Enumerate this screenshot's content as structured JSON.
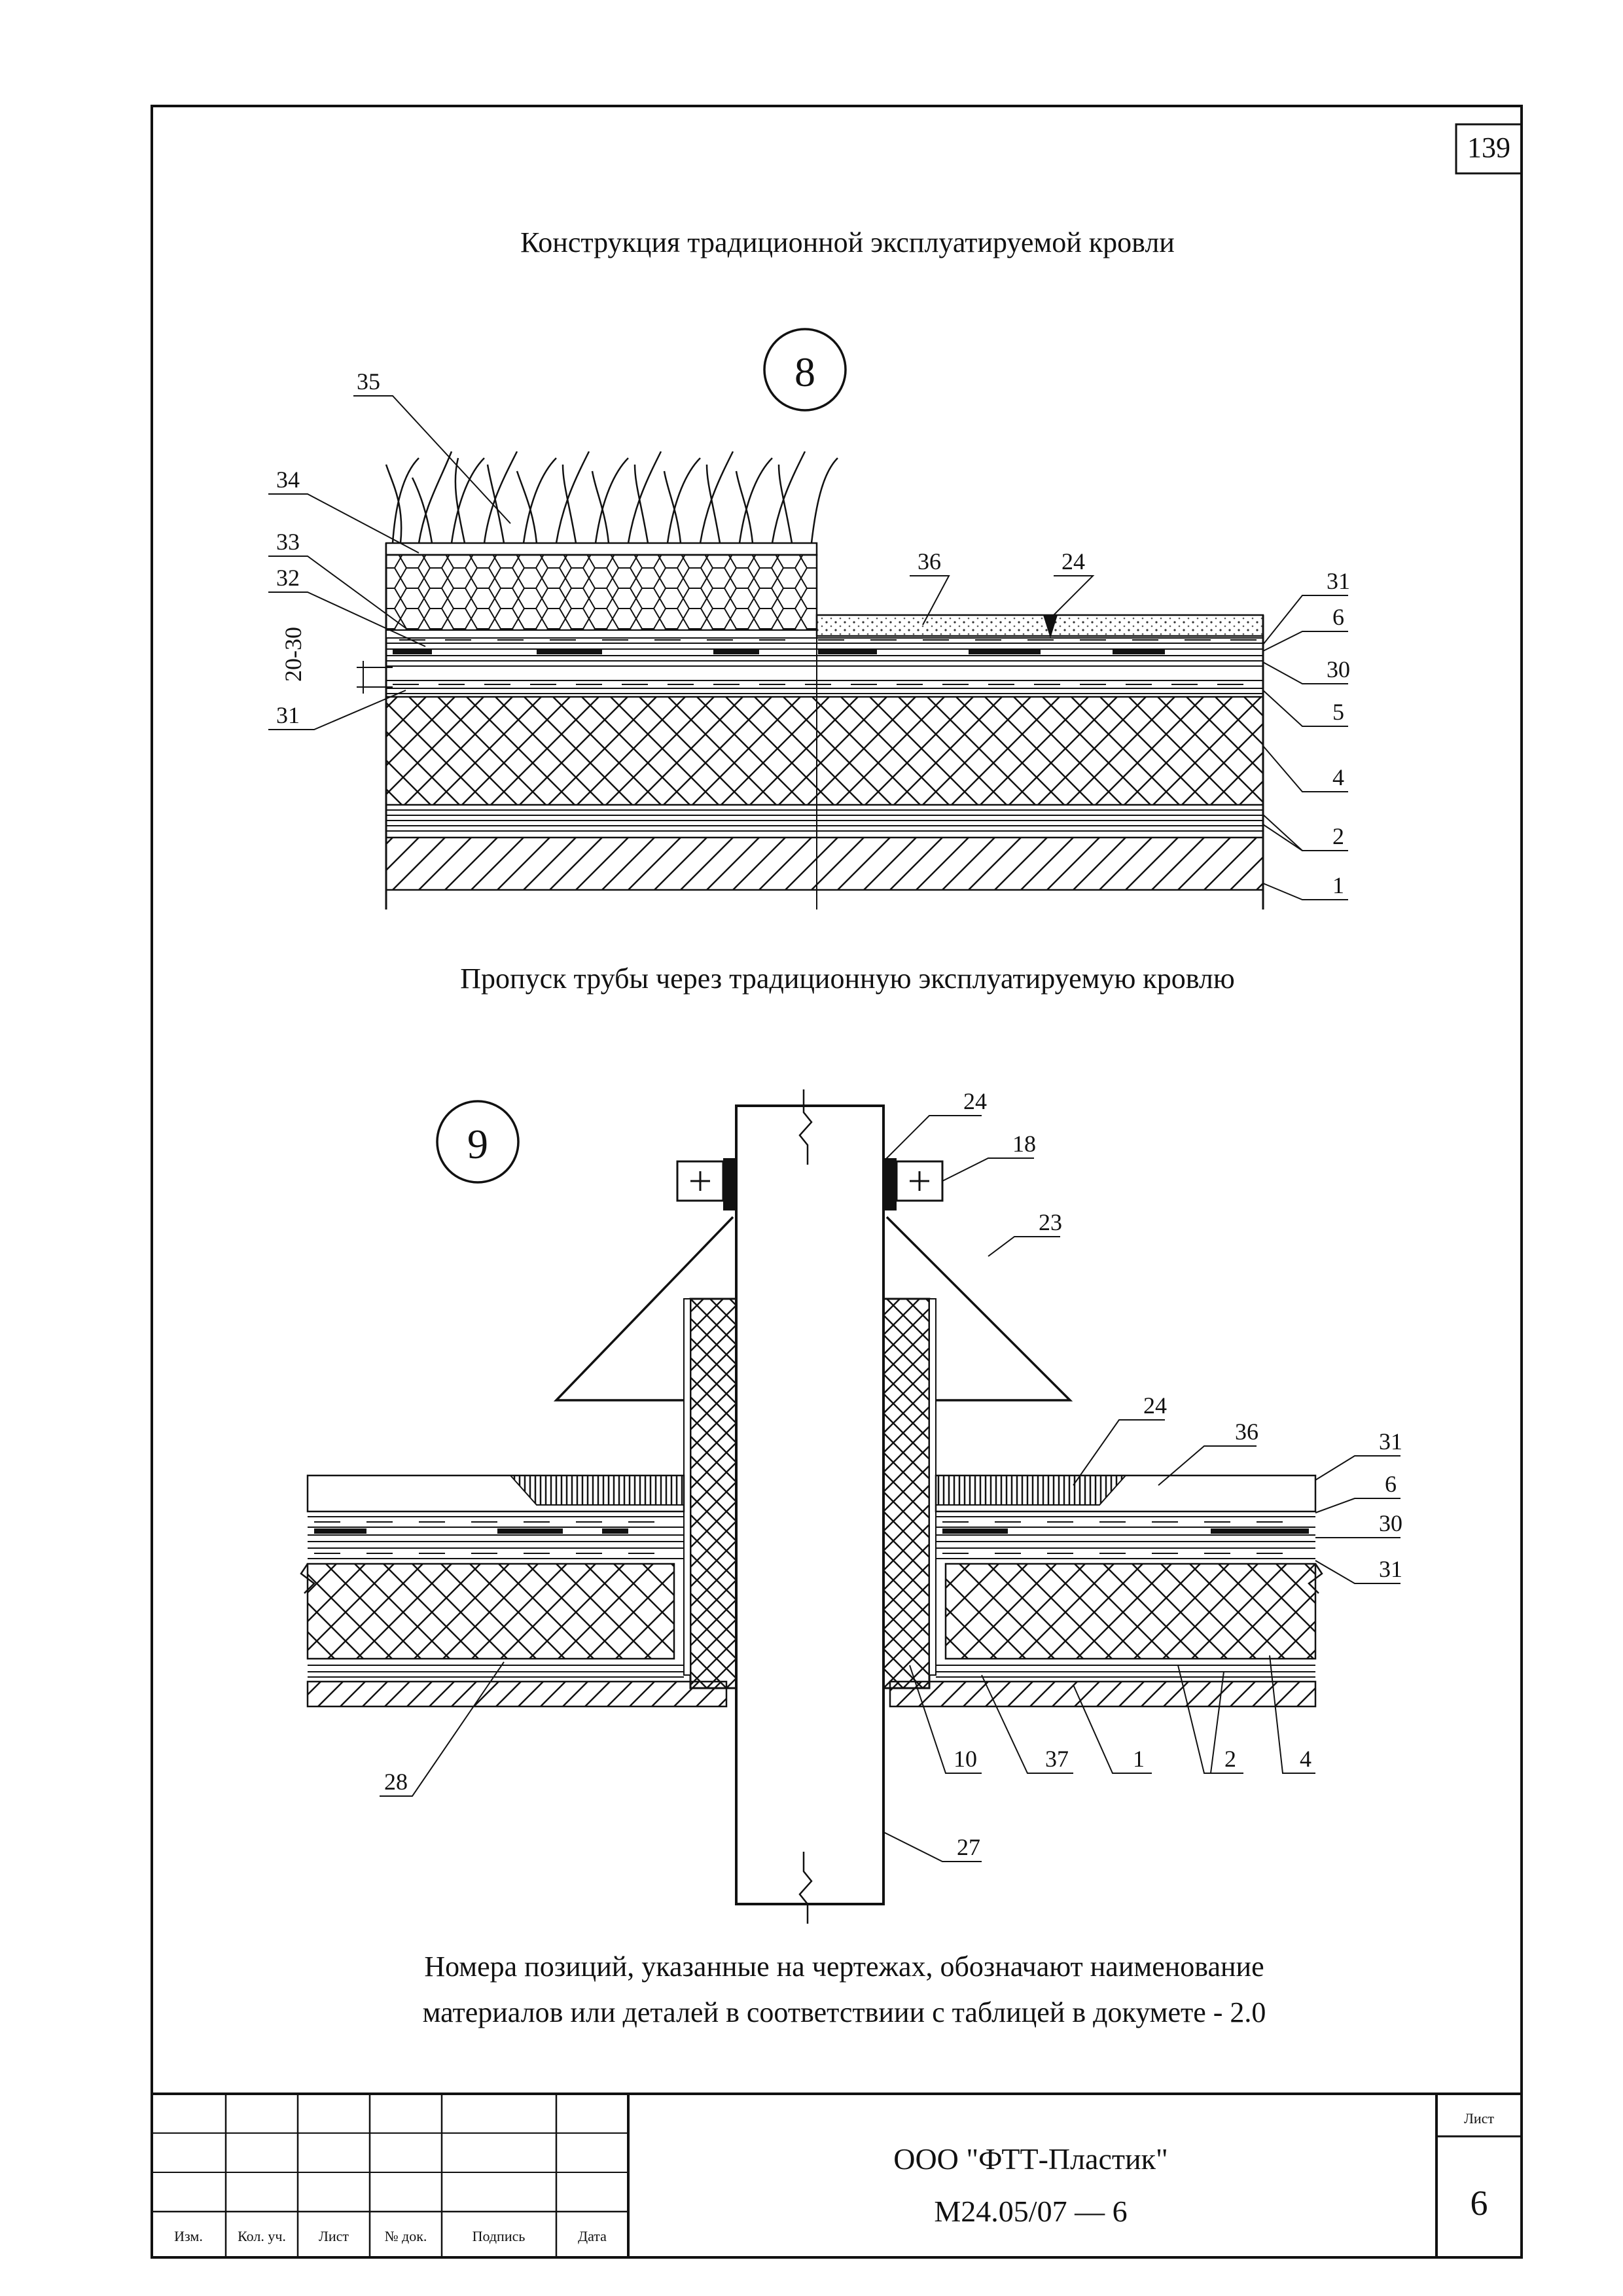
{
  "sheet_number": "139",
  "section8": {
    "title": "Конструкция традиционной эксплуатируемой кровли",
    "detail_number": "8",
    "dimension": "20-30",
    "labels": {
      "l35": "35",
      "l34": "34",
      "l33": "33",
      "l32": "32",
      "l31left": "31",
      "l36": "36",
      "l24": "24",
      "l31": "31",
      "l6": "6",
      "l30": "30",
      "l5": "5",
      "l4": "4",
      "l2": "2",
      "l1": "1"
    }
  },
  "section9": {
    "title": "Пропуск трубы через традиционную эксплуатируемую кровлю",
    "detail_number": "9",
    "labels": {
      "l24top": "24",
      "l18": "18",
      "l23": "23",
      "l24": "24",
      "l36": "36",
      "l31": "31",
      "l6": "6",
      "l30": "30",
      "l31b": "31",
      "l28": "28",
      "l10": "10",
      "l37": "37",
      "l1": "1",
      "l2": "2",
      "l4": "4",
      "l27": "27"
    }
  },
  "note": {
    "line1": "Номера позиций, указанные на чертежах, обозначают наименование",
    "line2": "материалов или деталей в соответствиии с таблицей в докумете - 2.0"
  },
  "title_block": {
    "columns": [
      "Изм.",
      "Кол. уч.",
      "Лист",
      "№ док.",
      "Подпись",
      "Дата"
    ],
    "company": "ООО \"ФТТ-Пластик\"",
    "document": "М24.05/07 — 6",
    "sheet_label": "Лист",
    "sheet_value": "6"
  }
}
